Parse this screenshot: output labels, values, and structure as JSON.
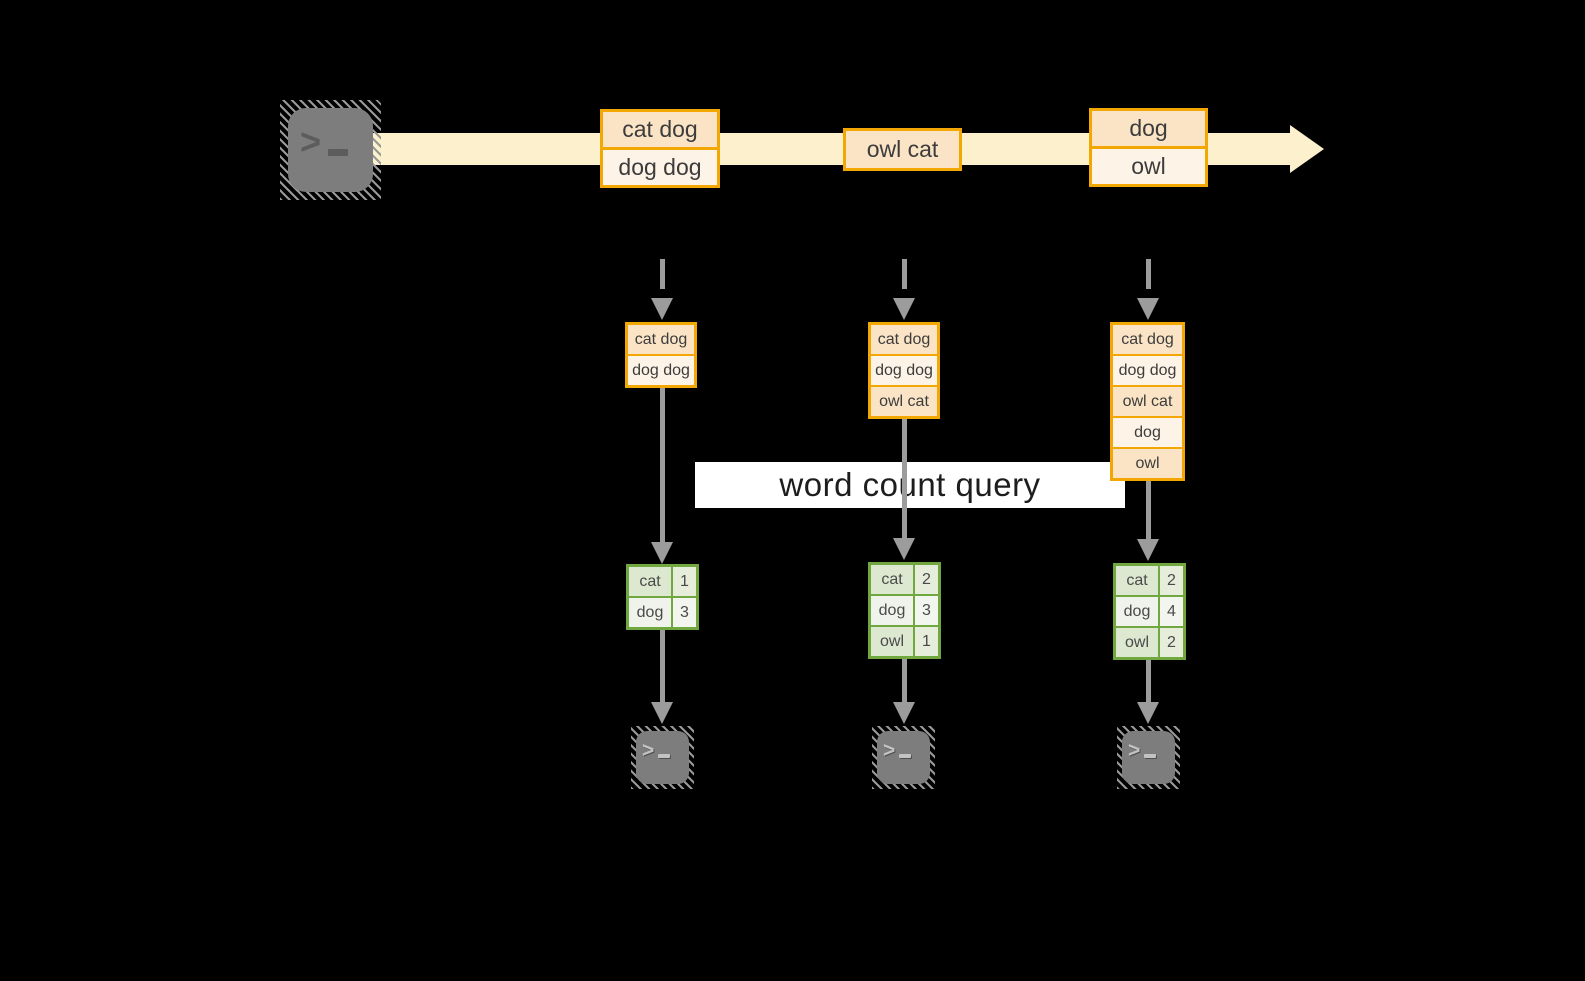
{
  "labels": {
    "query": "word count query"
  },
  "stream": {
    "boxes": [
      {
        "rows": [
          "cat dog",
          "dog dog"
        ]
      },
      {
        "rows": [
          "owl cat"
        ]
      },
      {
        "rows": [
          "dog",
          "owl"
        ]
      }
    ]
  },
  "buffers": [
    {
      "rows": [
        "cat dog",
        "dog dog"
      ]
    },
    {
      "rows": [
        "cat dog",
        "dog dog",
        "owl cat"
      ]
    },
    {
      "rows": [
        "cat dog",
        "dog dog",
        "owl cat",
        "dog",
        "owl"
      ]
    }
  ],
  "counts": [
    {
      "rows": [
        [
          "cat",
          "1"
        ],
        [
          "dog",
          "3"
        ]
      ]
    },
    {
      "rows": [
        [
          "cat",
          "2"
        ],
        [
          "dog",
          "3"
        ],
        [
          "owl",
          "1"
        ]
      ]
    },
    {
      "rows": [
        [
          "cat",
          "2"
        ],
        [
          "dog",
          "4"
        ],
        [
          "owl",
          "2"
        ]
      ]
    }
  ],
  "icons": {
    "prompt": ">"
  },
  "colors": {
    "background": "#000000",
    "amber_border": "#F2A702",
    "stream_band": "#FCF0CD",
    "peach_dark": "#FBE4C6",
    "peach_light": "#FDF3E6",
    "green_border": "#70A73E",
    "green_cell_dark": "#DCE8D0",
    "green_cell_light": "#EFF3EB",
    "arrow_gray": "#9C9C9C",
    "terminal_gray": "#7D7D7D",
    "label_bg": "#FFFFFF"
  }
}
